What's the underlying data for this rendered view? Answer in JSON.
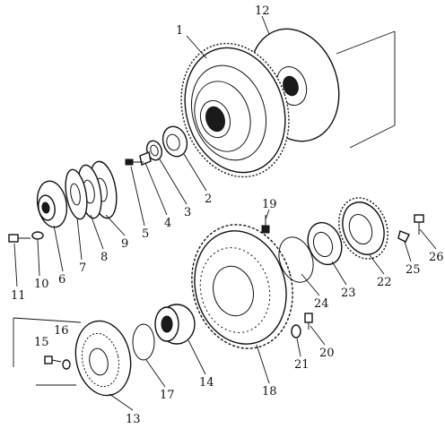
{
  "diagram": {
    "callouts": [
      "1",
      "2",
      "3",
      "4",
      "5",
      "6",
      "7",
      "8",
      "9",
      "10",
      "11",
      "12",
      "13",
      "14",
      "15",
      "16",
      "17",
      "18",
      "19",
      "20",
      "21",
      "22",
      "23",
      "24",
      "25",
      "26"
    ]
  }
}
